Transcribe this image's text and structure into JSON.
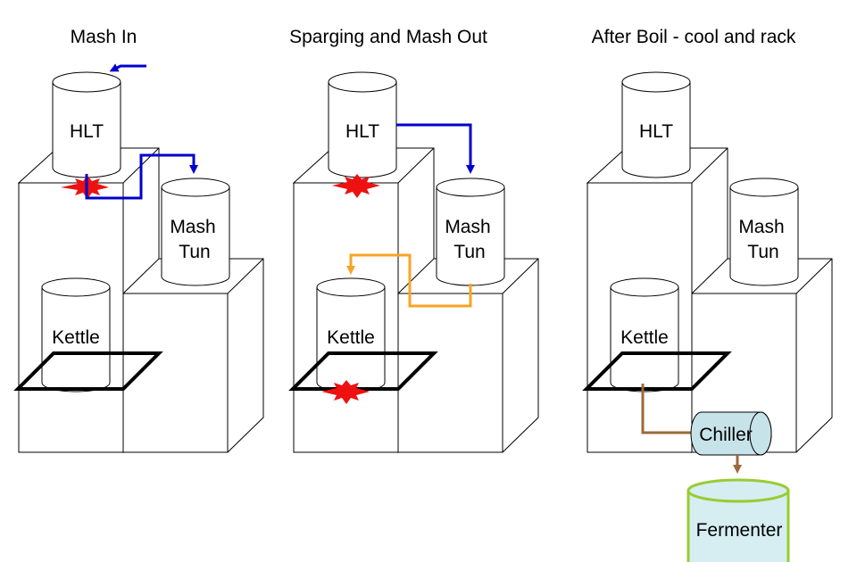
{
  "titles": {
    "mash_in": "Mash In",
    "sparging": "Sparging and Mash Out",
    "after_boil": "After Boil - cool and rack"
  },
  "labels": {
    "hlt": "HLT",
    "mash_line1": "Mash",
    "mash_line2": "Tun",
    "kettle": "Kettle",
    "chiller": "Chiller",
    "fermenter": "Fermenter"
  },
  "colors": {
    "water_flow": "#0000cc",
    "wort_flow": "#f5a623",
    "transfer_flow": "#9b6a3a",
    "burner": "#ee1111",
    "chiller_fill": "#c7e3ea",
    "fermenter_fill": "#d6eef2",
    "fermenter_rim": "#99cc33"
  }
}
